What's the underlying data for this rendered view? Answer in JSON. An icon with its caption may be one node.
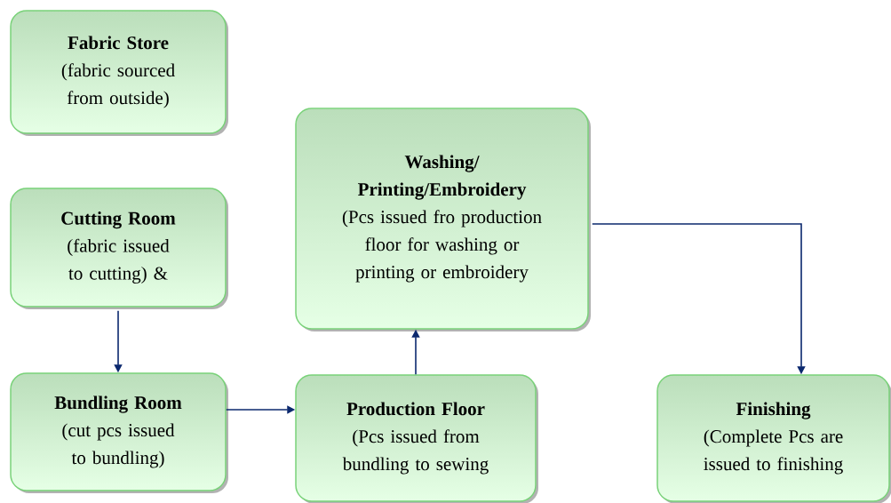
{
  "diagram": {
    "nodes": [
      {
        "text": [
          "Fabric Store",
          "(fabric sourced from outside)"
        ]
      },
      {
        "text": [
          "Cutting Room",
          "(fabric issued to cutting) &"
        ]
      },
      {
        "text": [
          "Washing/ Printing/Embroidery",
          "(Pcs issued fro production floor for washing or printing or embroidery"
        ]
      },
      {
        "text": [
          "Bundling Room",
          "(cut pcs issued to bundling)"
        ]
      },
      {
        "text": [
          "Production Floor",
          "(Pcs issued from bundling to sewing"
        ]
      },
      {
        "text": [
          "Finishing",
          "(Complete Pcs are issued to finishing"
        ]
      }
    ],
    "edges": [
      {
        "from": 1,
        "to": 3,
        "arrow": "to"
      },
      {
        "from": 3,
        "to": 4,
        "arrow": "to"
      },
      {
        "from": 4,
        "to": 2,
        "arrow": "to"
      },
      {
        "from": 2,
        "to": 5,
        "arrow": "to"
      }
    ]
  }
}
